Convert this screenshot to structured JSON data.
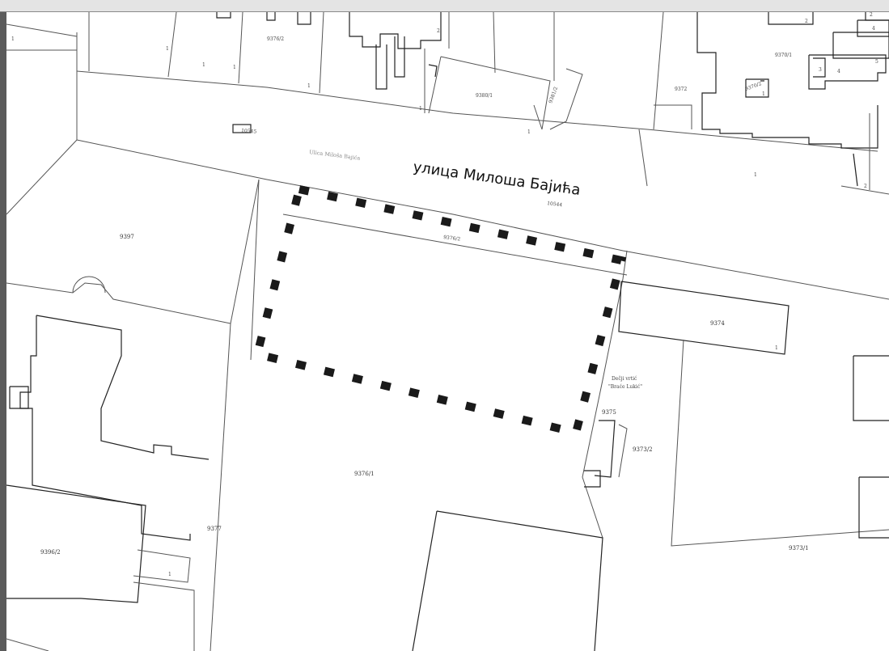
{
  "map": {
    "street_name_large": "улица Милоша Бајића",
    "street_name_small": "Ulica Miloša Bajića",
    "street_parcel": "10544",
    "parcel_10545": "10545",
    "selected_parcel": "9376/2",
    "parcels": {
      "p9376_2_top": "9376/2",
      "p9380_1": "9380/1",
      "p9381_2": "9381/2",
      "p9372": "9372",
      "p9370_1": "9370/1",
      "p9370_2": "9370/2",
      "p9397": "9397",
      "p9374": "9374",
      "p9375": "9375",
      "p9373_2": "9373/2",
      "p9376_1": "9376/1",
      "p9377": "9377",
      "p9396_2": "9396/2",
      "p9373_1": "9373/1"
    },
    "kindergarten_line1": "Dečji vrtić",
    "kindergarten_line2": "\"Braće Lukić\"",
    "building_numbers": {
      "n1": "1",
      "n2": "2",
      "n3": "3",
      "n4": "4",
      "n5": "5"
    }
  },
  "colors": {
    "background": "#ffffff",
    "line": "#555555",
    "highlight": "#1a1a1a",
    "frame": "#5b5b5b"
  }
}
